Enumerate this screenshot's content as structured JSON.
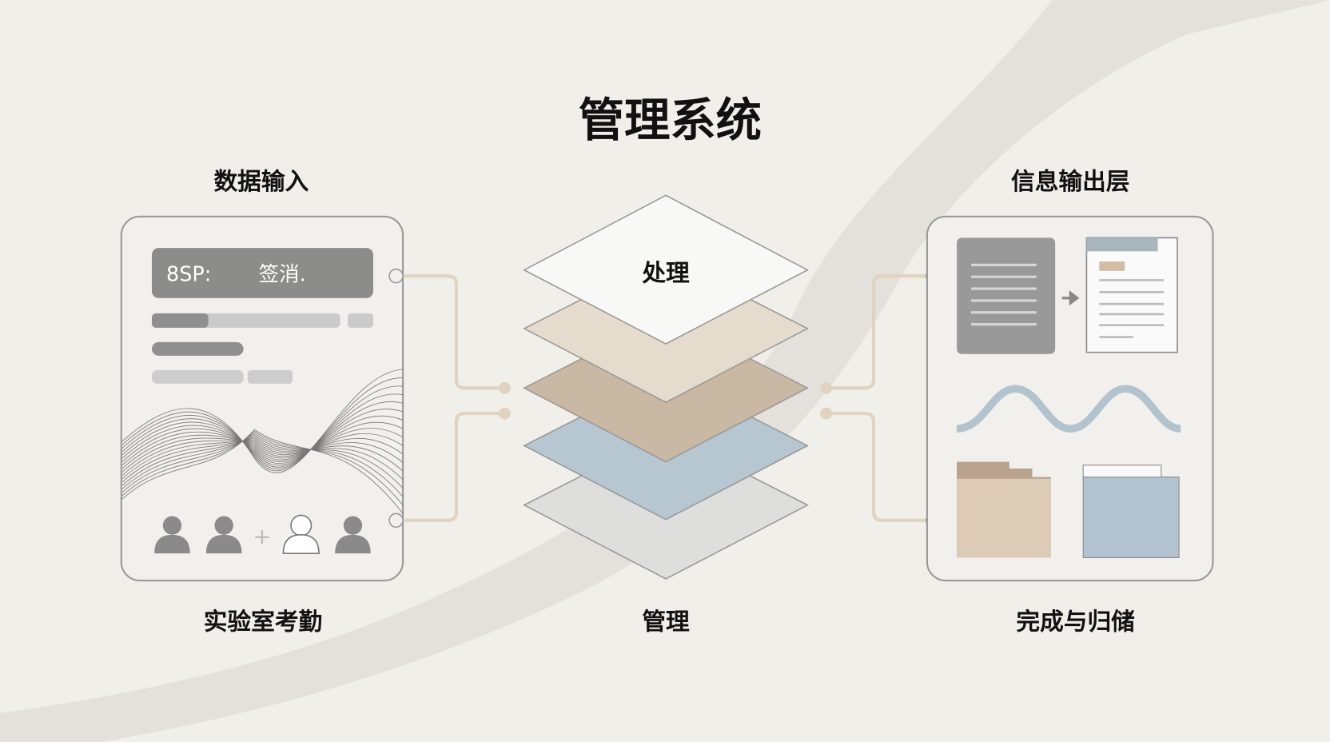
{
  "title": "管理系统",
  "left": {
    "heading": "数据输入",
    "caption": "实验室考勤",
    "banner_text": "8SP:",
    "banner_text2": "签消.",
    "progress": 0.3
  },
  "center": {
    "top_layer_label": "处理",
    "caption": "管理"
  },
  "right": {
    "heading": "信息输出层",
    "caption": "完成与归储"
  },
  "colors": {
    "background": "#f1efea",
    "layer_beige": "#e6dccd",
    "layer_tan": "#c9b8a3",
    "layer_blue": "#b7c7d2",
    "layer_gray": "#dededc",
    "connector": "#e0d3c0"
  }
}
